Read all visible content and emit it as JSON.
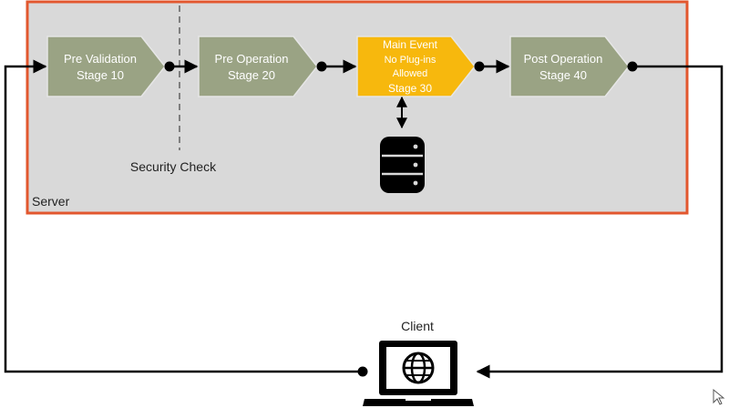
{
  "diagram": {
    "server_label": "Server",
    "security_check_label": "Security Check",
    "client_label": "Client",
    "stages": [
      {
        "name": "Pre Validation",
        "stage": "Stage 10"
      },
      {
        "name": "Pre Operation",
        "stage": "Stage 20"
      },
      {
        "name": "Main Event",
        "sub1": "No Plug-ins",
        "sub2": "Allowed",
        "stage": "Stage 30"
      },
      {
        "name": "Post Operation",
        "stage": "Stage 40"
      }
    ],
    "colors": {
      "server_border": "#e2572e",
      "server_fill": "#d9d9d9",
      "stage_fill": "#9aa384",
      "stage_border": "#e6e6e6",
      "main_fill": "#f7b80d",
      "line": "#000000",
      "divider": "#7f7f7f"
    },
    "icons": {
      "database": "database-icon",
      "client": "laptop-globe-icon"
    }
  }
}
